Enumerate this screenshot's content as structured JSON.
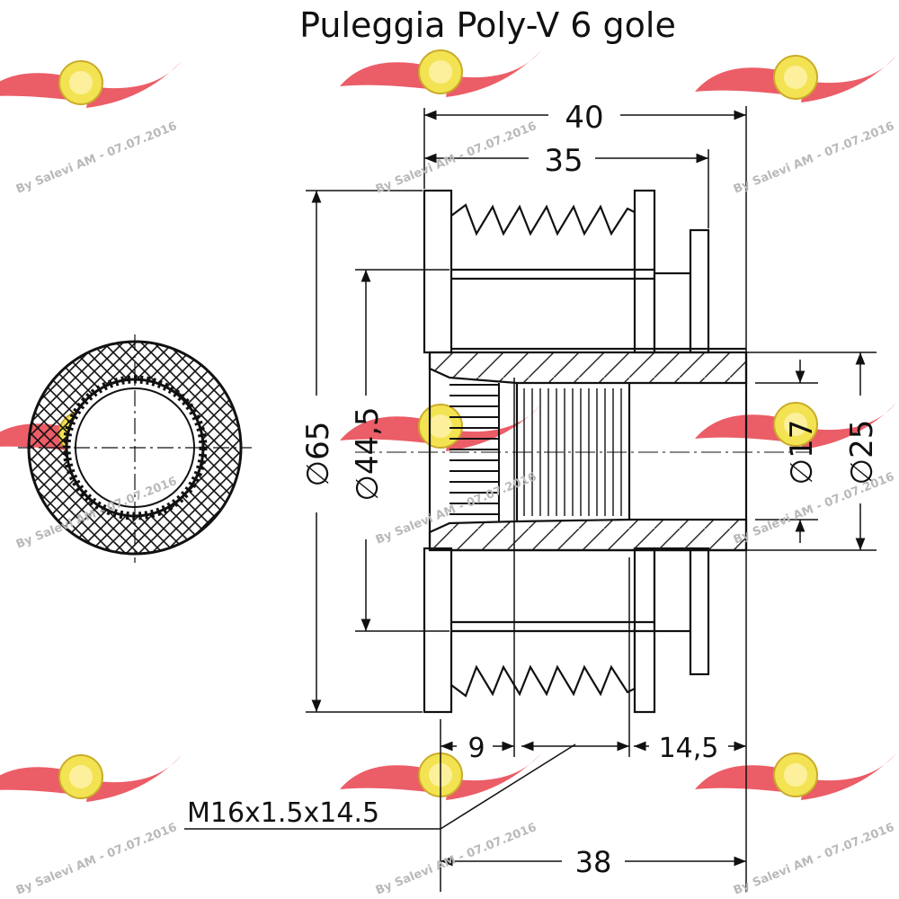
{
  "title": "Puleggia Poly-V 6 gole",
  "dimensions": {
    "overall_length": "40",
    "pulley_length": "35",
    "outer_diameter": "∅65",
    "groove_diameter": "∅44,5",
    "bore_diameter": "∅17",
    "hub_diameter": "∅25",
    "thread_depth": "9",
    "hub_length": "14,5",
    "thread_spec": "M16x1.5x14.5",
    "body_length": "38"
  },
  "watermark": {
    "text": "By Salevi AM - 07.07.2016",
    "wing_color": "#e8434e",
    "badge_color": "#f3e24a"
  }
}
